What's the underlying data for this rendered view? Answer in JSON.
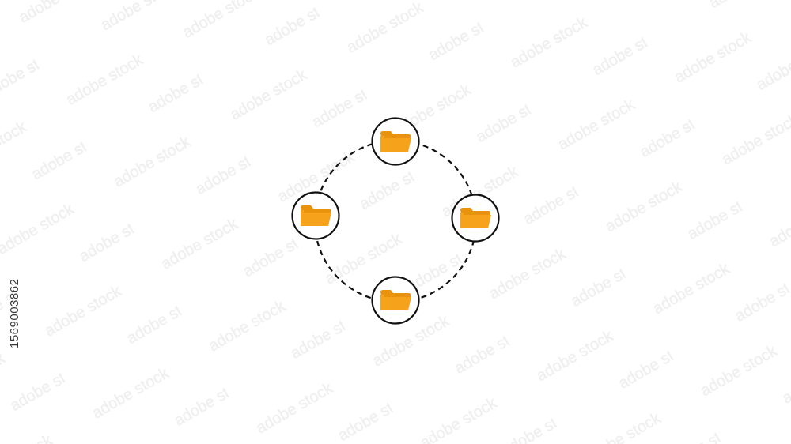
{
  "diagram": {
    "nodes": [
      {
        "id": "top",
        "icon": "folder-icon"
      },
      {
        "id": "right",
        "icon": "folder-icon"
      },
      {
        "id": "bottom",
        "icon": "folder-icon"
      },
      {
        "id": "left",
        "icon": "folder-icon"
      }
    ],
    "connector_style": "dashed",
    "colors": {
      "folder": "#F7A21B",
      "folder_back": "#E8920E",
      "stroke": "#111111",
      "node_fill": "#ffffff"
    }
  },
  "watermark": {
    "text": "adobe stock",
    "color": "#ececec"
  },
  "side_caption": "1569003862"
}
